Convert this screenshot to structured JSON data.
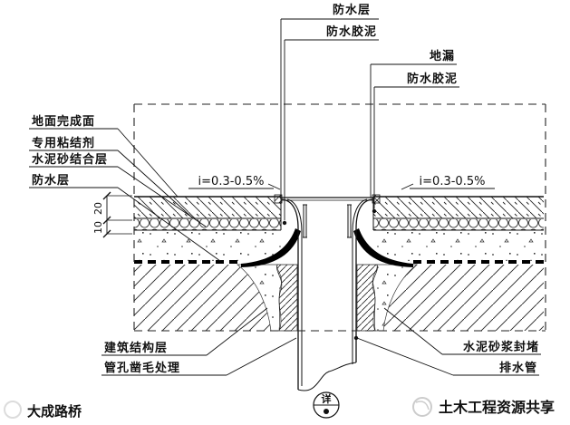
{
  "labels": {
    "top_waterproof_layer": "防水层",
    "top_waterproof_mastic": "防水胶泥",
    "right_floor_drain": "地漏",
    "right_waterproof_mastic": "防水胶泥",
    "left_floor_finish": "地面完成面",
    "left_adhesive": "专用粘结剂",
    "left_cement_sand_bonding": "水泥砂结合层",
    "left_waterproof_layer": "防水层",
    "slope_left": "i=0.3-0.5%",
    "slope_right": "i=0.3-0.5%",
    "bottom_structure_layer": "建筑结构层",
    "bottom_pipe_hole_roughening": "管孔凿毛处理",
    "bottom_mortar_sealing": "水泥砂浆封堵",
    "bottom_drain_pipe": "排水管"
  },
  "dimensions": {
    "finish_layer_thickness": "20",
    "bonding_layer_thickness": "10"
  },
  "detail_marker": {
    "char": "详"
  },
  "watermarks": {
    "left": "大成路桥",
    "right": "土木工程资源共享"
  },
  "colors": {
    "line": "#1a1a1a",
    "watermark_left": "#d9d9d9",
    "watermark_right": "#c9c9c9"
  }
}
